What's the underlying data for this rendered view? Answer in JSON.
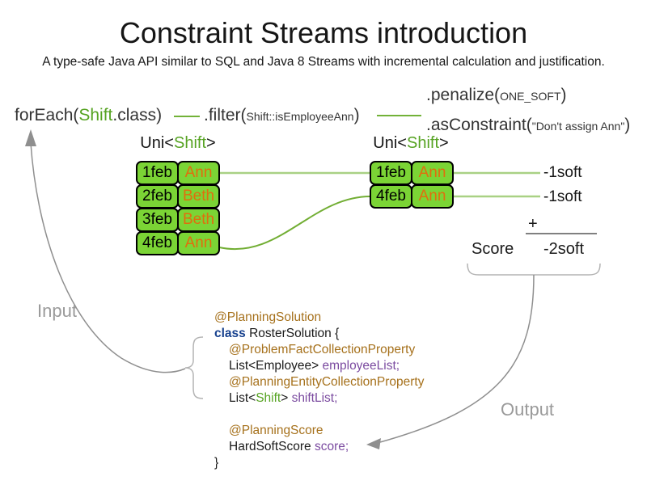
{
  "title": "Constraint Streams introduction",
  "subtitle": "A type-safe Java API similar to SQL and Java 8 Streams with incremental calculation and justification.",
  "pipeline": {
    "foreach": {
      "pre": "forEach(",
      "class_name": "Shift",
      "post": ".class)"
    },
    "filter": {
      "pre": ".filter(",
      "arg_class": "Shift",
      "arg_rest": "::isEmployeeAnn",
      "post": ")"
    },
    "penalize": {
      "pre": ".penalize(",
      "arg": "ONE_SOFT",
      "post": ")"
    },
    "as_constraint": {
      "pre": ".asConstraint(",
      "arg": "\"Don't assign Ann\"",
      "post": ")"
    }
  },
  "input_stream": {
    "label_pre": "Uni<",
    "label_class": "Shift",
    "label_post": ">",
    "rows": [
      {
        "date": "1feb",
        "employee": "Ann"
      },
      {
        "date": "2feb",
        "employee": "Beth"
      },
      {
        "date": "3feb",
        "employee": "Beth"
      },
      {
        "date": "4feb",
        "employee": "Ann"
      }
    ]
  },
  "filtered_stream": {
    "label_pre": "Uni<",
    "label_class": "Shift",
    "label_post": ">",
    "rows": [
      {
        "date": "1feb",
        "employee": "Ann"
      },
      {
        "date": "4feb",
        "employee": "Ann"
      }
    ]
  },
  "scores": {
    "penalties": [
      "-1soft",
      "-1soft"
    ],
    "plus_sign": "+",
    "total_label": "Score",
    "total_value": "-2soft"
  },
  "flow_labels": {
    "input": "Input",
    "output": "Output"
  },
  "code": {
    "lines": [
      {
        "indent": 0,
        "tokens": [
          {
            "text": "@PlanningSolution",
            "style": "annotation"
          }
        ]
      },
      {
        "indent": 0,
        "tokens": [
          {
            "text": "class",
            "style": "keyword"
          },
          {
            "text": " RosterSolution {",
            "style": "plain"
          }
        ]
      },
      {
        "indent": 1,
        "tokens": [
          {
            "text": "@ProblemFactCollectionProperty",
            "style": "annotation"
          }
        ]
      },
      {
        "indent": 1,
        "tokens": [
          {
            "text": "List<Employee> ",
            "style": "plain"
          },
          {
            "text": "employeeList;",
            "style": "field"
          }
        ]
      },
      {
        "indent": 1,
        "tokens": [
          {
            "text": "@PlanningEntityCollectionProperty",
            "style": "annotation"
          }
        ]
      },
      {
        "indent": 1,
        "tokens": [
          {
            "text": "List<",
            "style": "plain"
          },
          {
            "text": "Shift",
            "style": "class"
          },
          {
            "text": "> ",
            "style": "plain"
          },
          {
            "text": "shiftList;",
            "style": "field"
          }
        ]
      },
      {
        "indent": 1,
        "tokens": []
      },
      {
        "indent": 1,
        "tokens": [
          {
            "text": "@PlanningScore",
            "style": "annotation"
          }
        ]
      },
      {
        "indent": 1,
        "tokens": [
          {
            "text": "HardSoftScore ",
            "style": "plain"
          },
          {
            "text": "score;",
            "style": "field"
          }
        ]
      },
      {
        "indent": 0,
        "tokens": [
          {
            "text": "}",
            "style": "plain"
          }
        ]
      }
    ]
  },
  "colors": {
    "accent_green_text": "#56a322",
    "cell_green": "#7bd435",
    "employee_orange": "#e06e0e",
    "annotation_brown": "#a6711c",
    "keyword_blue": "#17418e",
    "field_purple": "#7b4ba0",
    "connector_light_green": "#a9d184",
    "connector_green": "#72ae34",
    "flow_gray": "#8f8f8f",
    "label_gray": "#9a9a9a"
  }
}
